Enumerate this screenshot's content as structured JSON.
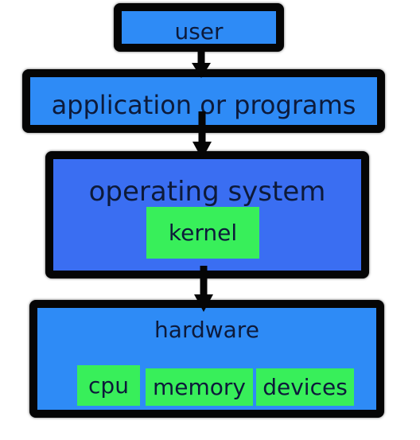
{
  "nodes": {
    "user": "user",
    "application": "application or programs",
    "operating_system": "operating system",
    "kernel": "kernel",
    "hardware": "hardware",
    "cpu": "cpu",
    "memory": "memory",
    "devices": "devices"
  },
  "edges": [
    {
      "from": "user",
      "to": "application or programs"
    },
    {
      "from": "application or programs",
      "to": "operating system"
    },
    {
      "from": "operating system",
      "to": "hardware"
    }
  ],
  "colors": {
    "box_blue": "#2e8bf6",
    "os_blue": "#3a6ef2",
    "chip_green": "#38ef5a",
    "border": "#050505",
    "text": "#0d1a3a"
  }
}
